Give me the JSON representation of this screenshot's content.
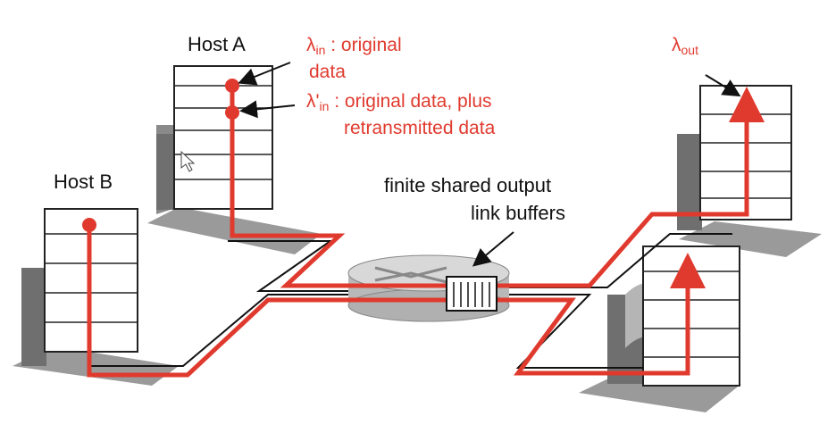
{
  "hosts": {
    "host_a": "Host A",
    "host_b": "Host B"
  },
  "router": {
    "caption_line1": "finite shared output",
    "caption_line2": "link buffers"
  },
  "annotations": {
    "lambda_in_symbol": "λ",
    "lambda_in_sub": "in",
    "lambda_in_text_line1": ": original",
    "lambda_in_text_line2": "data",
    "lambda_prime_symbol": "λ'",
    "lambda_prime_sub": "in",
    "lambda_prime_text_line1": ": original data, plus",
    "lambda_prime_text_line2": "retransmitted data",
    "lambda_out_symbol": "λ",
    "lambda_out_sub": "out"
  },
  "colors": {
    "flow": "#e03a2e",
    "link": "#111111",
    "server_shadow": "#8a8a8a",
    "router_fill": "#cfcfcf"
  }
}
